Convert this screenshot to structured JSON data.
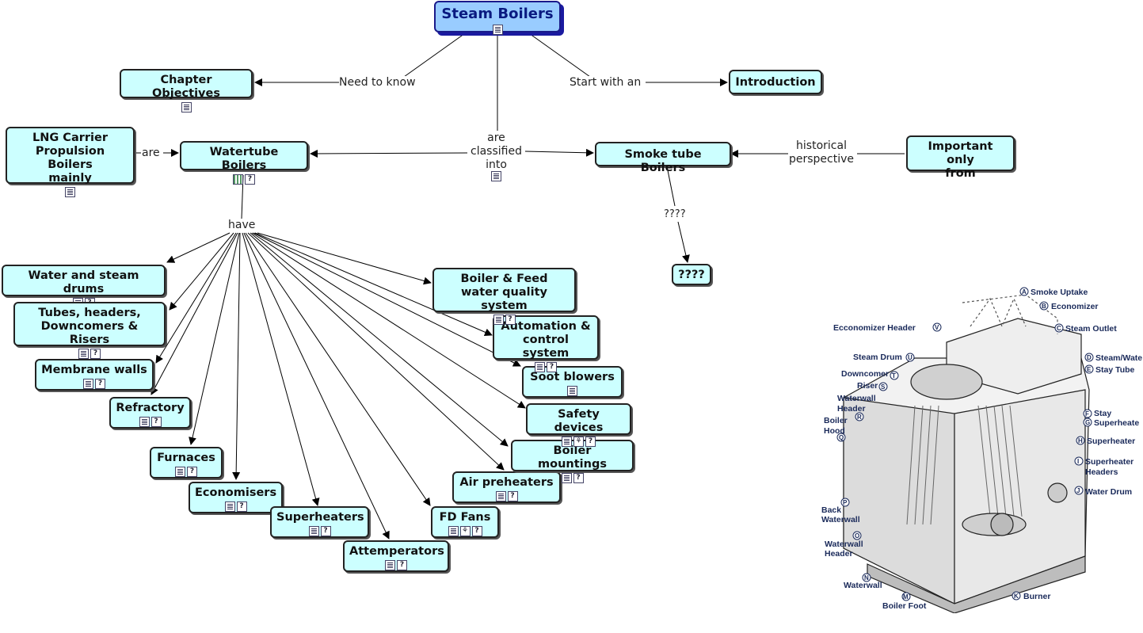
{
  "map": {
    "root": {
      "label": "Steam Boilers"
    },
    "nodes": {
      "chapter_objectives": "Chapter Objectives",
      "introduction": "Introduction",
      "lng_carrier": "LNG Carrier\nPropulsion Boilers\nmainly",
      "watertube": "Watertube Boilers",
      "smoke_tube": "Smoke tube Boilers",
      "important_only": "Important only\nfrom",
      "unknown_target": "????",
      "water_steam_drums": "Water and steam drums",
      "tubes_headers": "Tubes, headers,\nDowncomers & Risers",
      "membrane_walls": "Membrane walls",
      "refractory": "Refractory",
      "furnaces": "Furnaces",
      "economisers": "Economisers",
      "superheaters": "Superheaters",
      "attemperators": "Attemperators",
      "fd_fans": "FD Fans",
      "air_preheaters": "Air preheaters",
      "boiler_mountings": "Boiler mountings",
      "safety_devices": "Safety devices",
      "soot_blowers": "Soot blowers",
      "automation": "Automation &\ncontrol system",
      "boiler_feed": "Boiler & Feed\nwater quality system"
    },
    "links": {
      "need_to_know": "Need to know",
      "start_with_an": "Start with an",
      "are_classified_into": "are\nclassified\ninto",
      "are": "are",
      "historical_perspective": "historical\nperspective",
      "have": "have",
      "unknown_link": "????"
    }
  },
  "boiler_figure": {
    "labels": {
      "A": "Smoke Uptake",
      "B": "Economizer",
      "C": "Steam Outlet",
      "D": "Steam/Wate",
      "E": "Stay Tube",
      "F": "Stay",
      "G": "Superheate",
      "H": "Superheater",
      "I": "Superheater\nHeaders",
      "J": "Water Drum",
      "K": "Burner",
      "M": "Boiler Foot",
      "N": "Waterwall",
      "O": "Waterwall\nHeader",
      "P": "Back\nWaterwall",
      "Q": "Boiler\nHood",
      "R": "Waterwall\nHeader",
      "S": "Riser",
      "T": "Downcomer",
      "U": "Steam Drum",
      "V": "Ecconomizer Header"
    }
  },
  "colors": {
    "node_fill": "#ccffff",
    "root_fill": "#99ccff",
    "root_text": "#0a1a80",
    "line": "#000000"
  },
  "icons": {
    "doc": "document-icon",
    "q": "question-resource-icon",
    "tree": "concept-map-icon",
    "film": "media-icon"
  }
}
